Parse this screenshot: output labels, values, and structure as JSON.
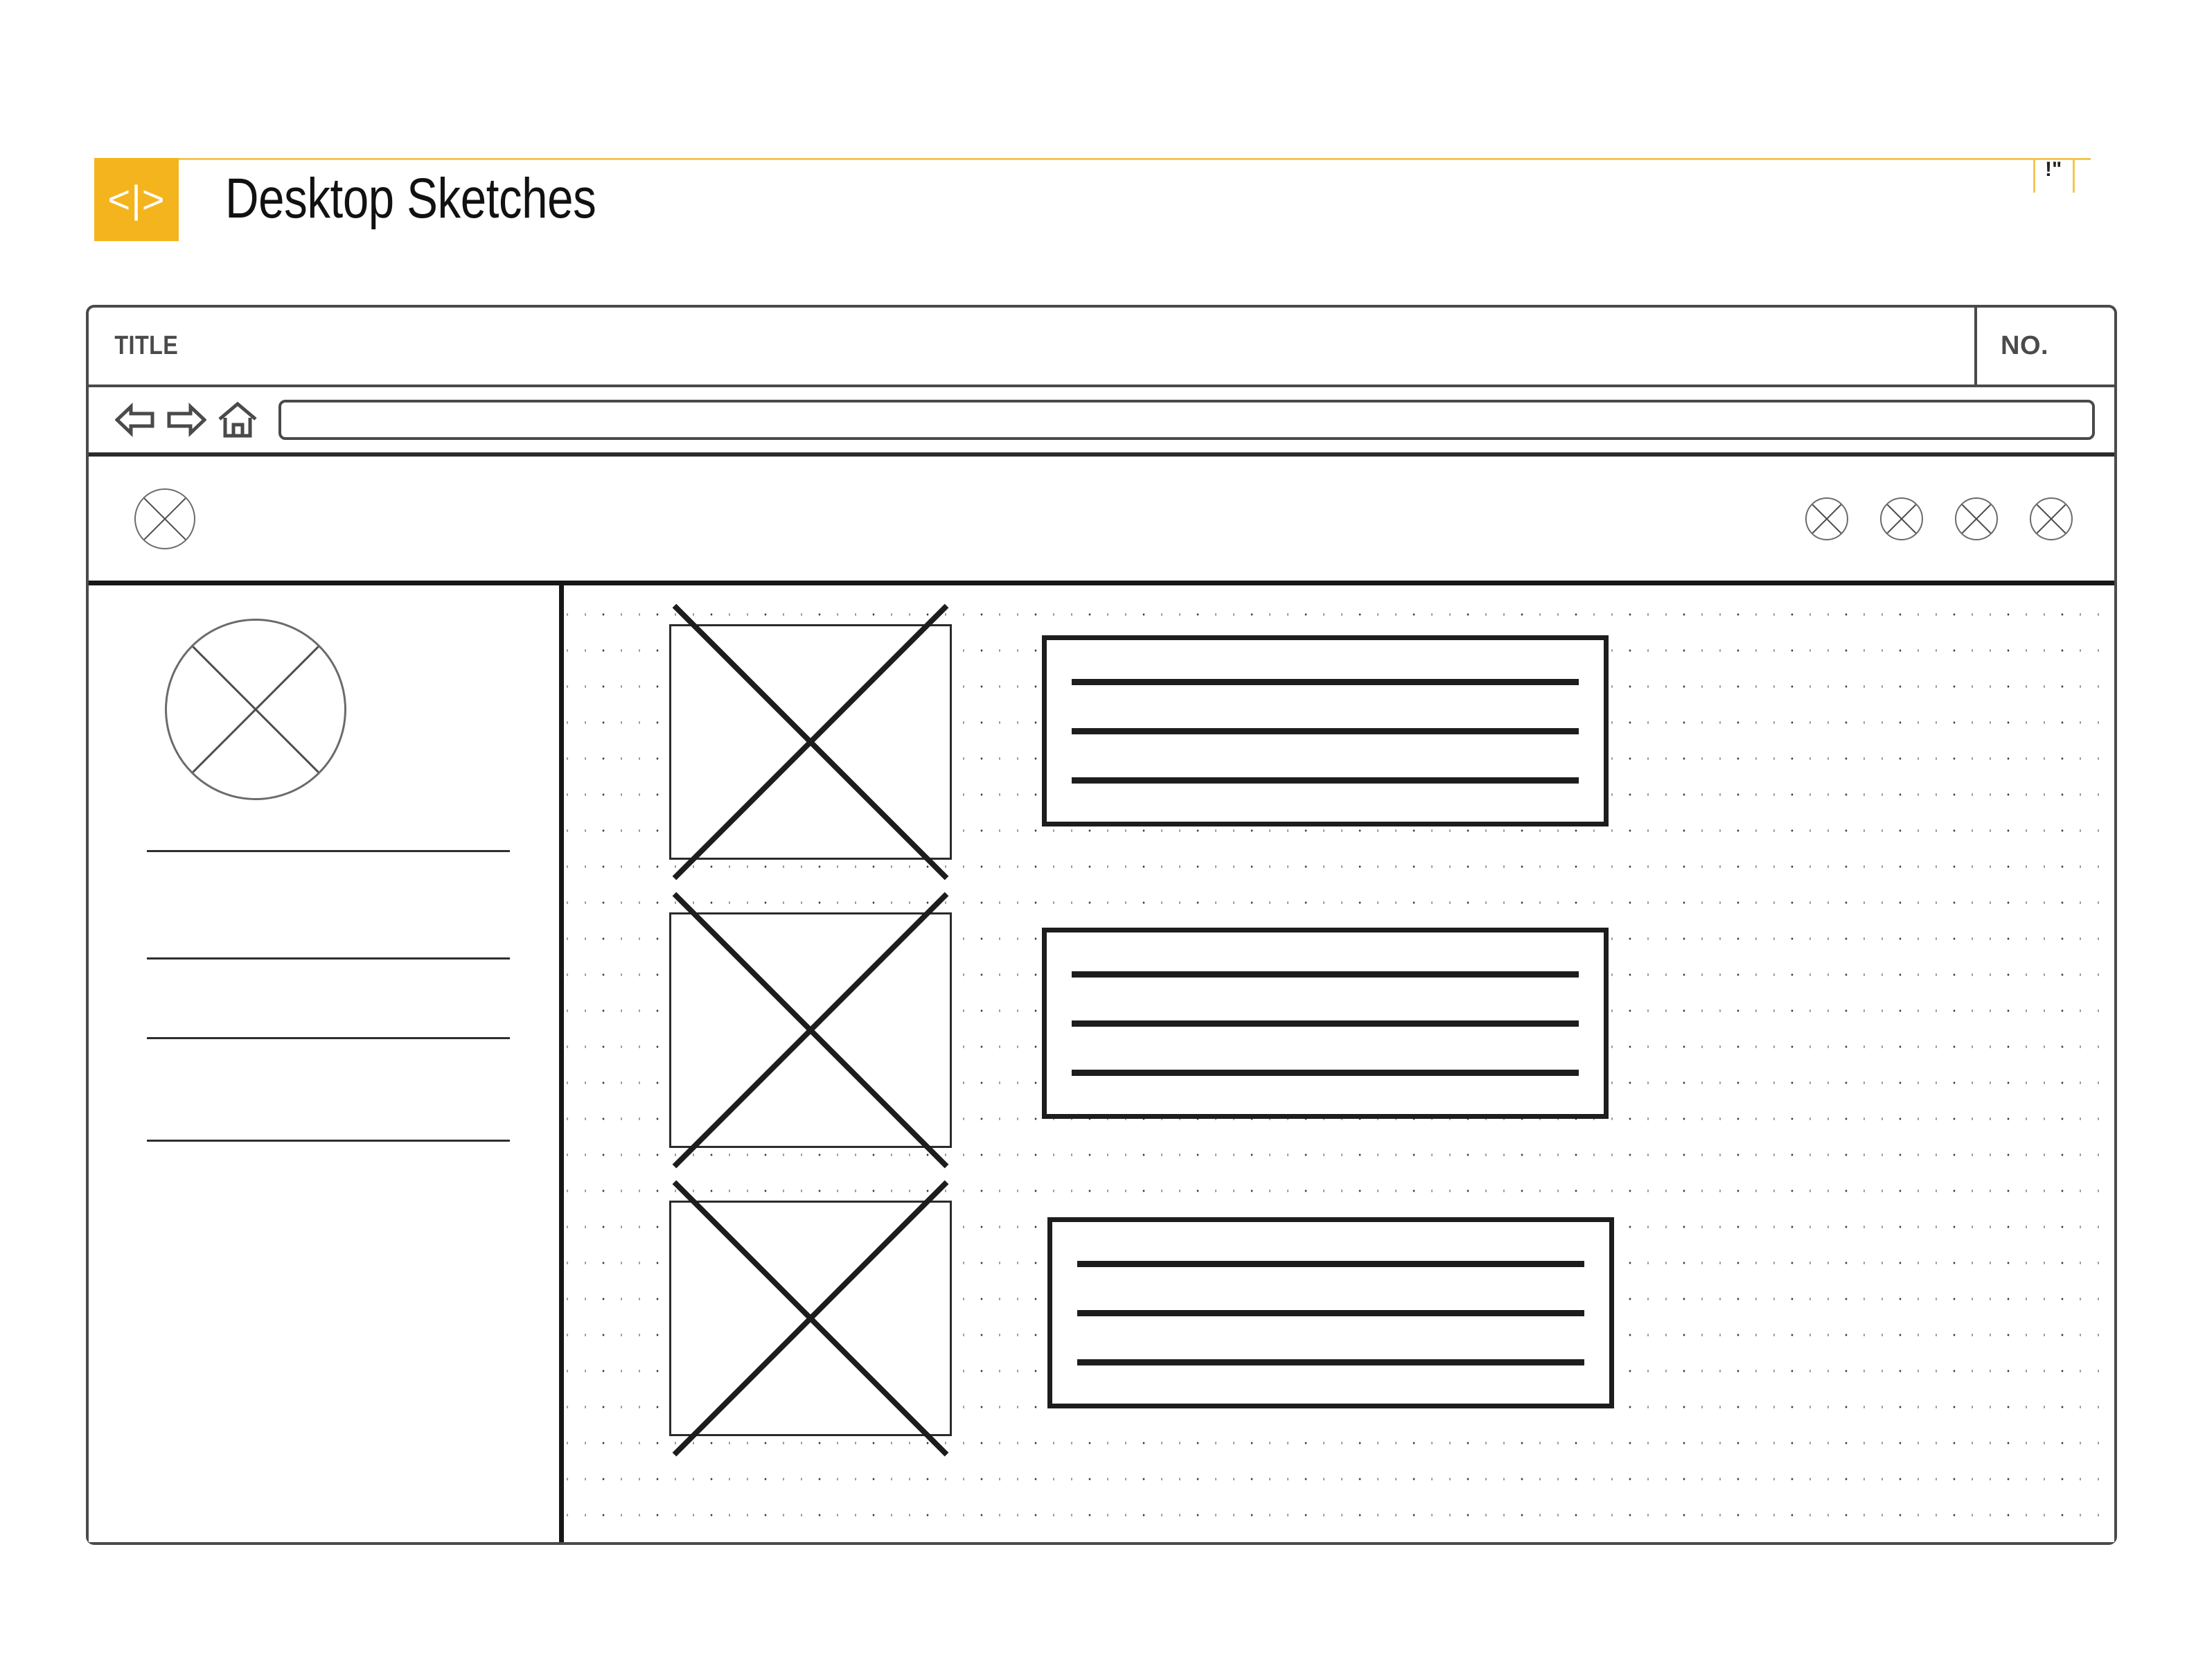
{
  "header": {
    "logo_icon": "code-brackets-icon",
    "logo_glyph": "<|>",
    "title": "Desktop Sketches",
    "badge_text": "!\"",
    "accent_color": "#F4B41D",
    "rule_color": "#F6C552"
  },
  "browser": {
    "titlebar": {
      "title_label": "TITLE",
      "number_label": "NO."
    },
    "navbar": {
      "back_icon": "back-arrow-icon",
      "forward_icon": "forward-arrow-icon",
      "home_icon": "home-icon",
      "address_value": "",
      "address_placeholder": ""
    },
    "appbar": {
      "brand_icon": "circle-x-placeholder-icon",
      "actions": [
        {
          "icon": "circle-x-placeholder-icon"
        },
        {
          "icon": "circle-x-placeholder-icon"
        },
        {
          "icon": "circle-x-placeholder-icon"
        },
        {
          "icon": "circle-x-placeholder-icon"
        }
      ]
    },
    "sidebar": {
      "avatar_icon": "circle-x-avatar-icon",
      "divider_count": 4
    },
    "canvas": {
      "image_placeholders": [
        {
          "icon": "image-placeholder-x-icon"
        },
        {
          "icon": "image-placeholder-x-icon"
        },
        {
          "icon": "image-placeholder-x-icon"
        }
      ],
      "text_cards": [
        {
          "lines": 3
        },
        {
          "lines": 3
        },
        {
          "lines": 3
        }
      ]
    }
  }
}
